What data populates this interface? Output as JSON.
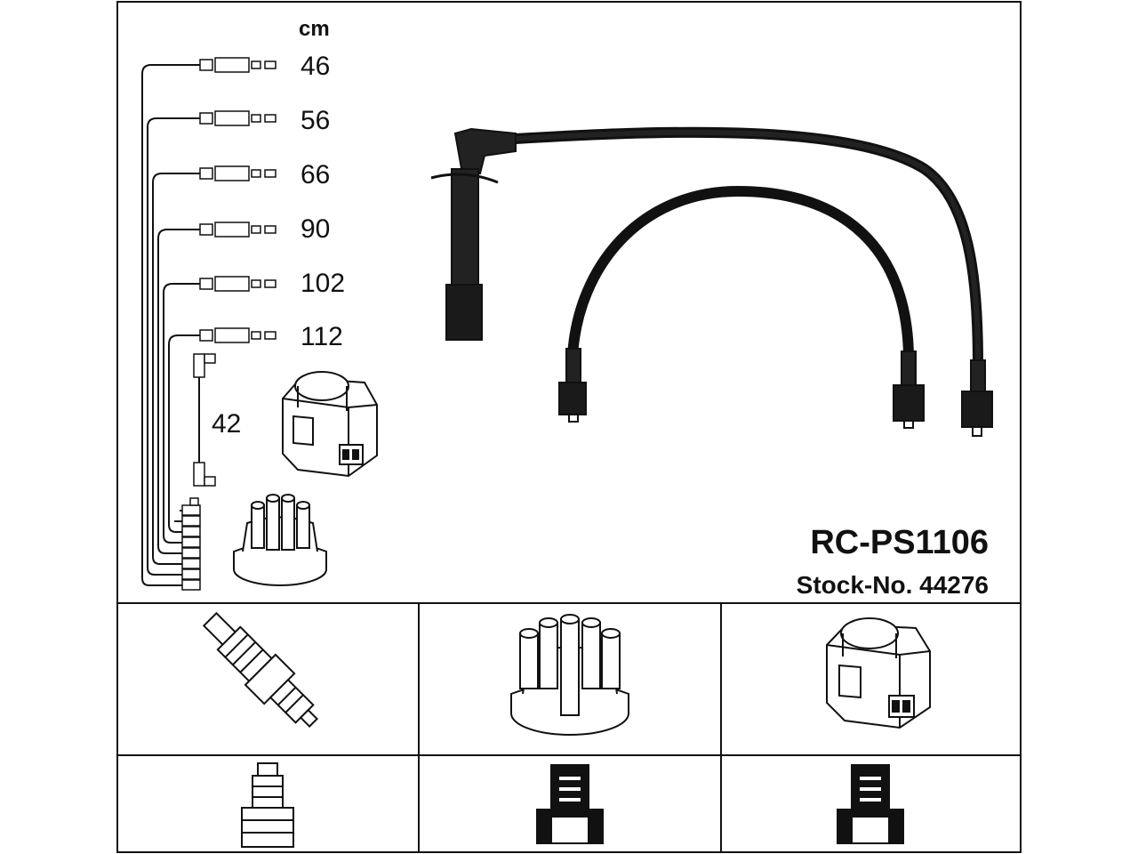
{
  "diagram": {
    "unit_label": "cm",
    "cable_lengths": [
      "46",
      "56",
      "66",
      "90",
      "102",
      "112"
    ],
    "coil_lead_length": "42",
    "part_number": "RC-PS1106",
    "stock_number": "Stock-No. 44276"
  },
  "bottom_panels": {
    "row1": [
      "spark-plug",
      "distributor-cap",
      "ignition-coil"
    ],
    "row2": [
      "plug-terminal-connector",
      "cap-terminal-connector",
      "coil-terminal-connector"
    ]
  }
}
